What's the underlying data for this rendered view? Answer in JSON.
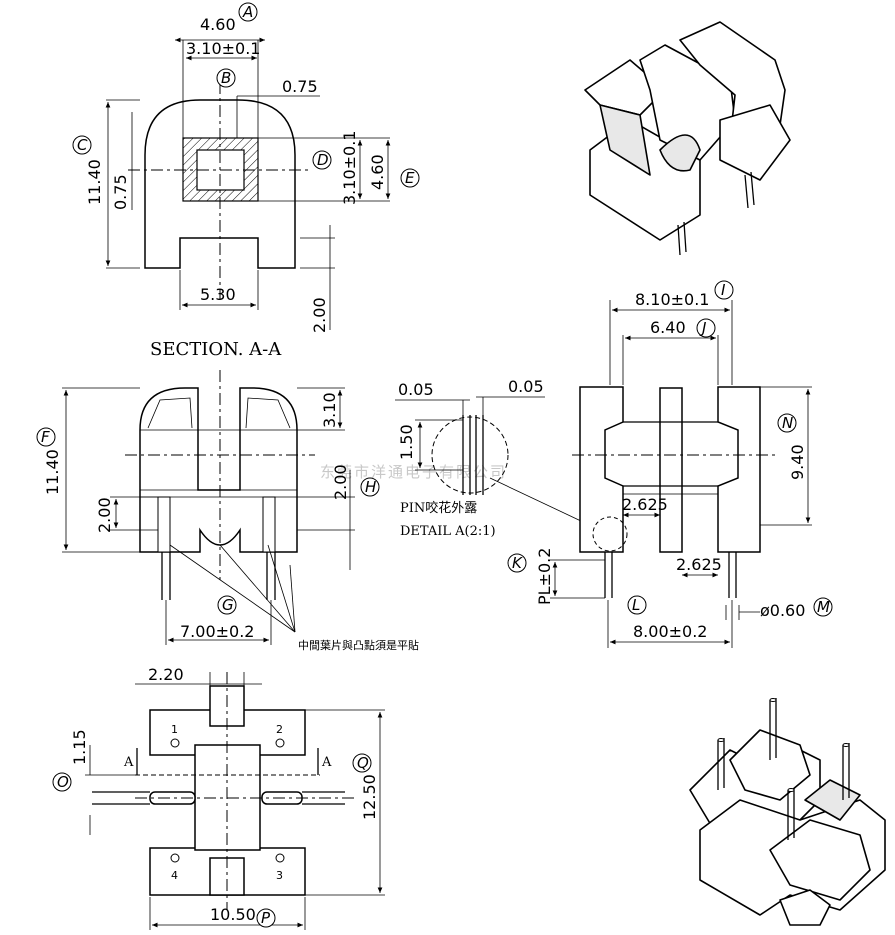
{
  "section_title": "SECTION. A-A",
  "detail_note": "PIN咬花外露",
  "detail_ref": "DETAIL A(2:1)",
  "center_note": "中間葉片與凸點須是平貼",
  "watermark": "东莞市洋通电子有限公司",
  "section_marker": "A",
  "dimensions": {
    "d_460_top": "4.60",
    "d_310_top": "3.10±0.1",
    "d_075_h": "0.75",
    "d_1140_left": "11.40",
    "d_075_v": "0.75",
    "d_310_right": "3.10±0.1",
    "d_460_right": "4.60",
    "d_530": "5.30",
    "d_200_sec": "2.00",
    "d_1140_front": "11.40",
    "d_310_front": "3.10",
    "d_200_front_l": "2.00",
    "d_200_front_r": "2.00",
    "d_700": "7.00±0.2",
    "d_005_l": "0.05",
    "d_005_r": "0.05",
    "d_150": "1.50",
    "d_810": "8.10±0.1",
    "d_640": "6.40",
    "d_940": "9.40",
    "d_2625_a": "2.625",
    "d_2625_b": "2.625",
    "d_pl": "PL±0.2",
    "d_phi060": "ø0.60",
    "d_800": "8.00±0.2",
    "d_220": "2.20",
    "d_115": "1.15",
    "d_1250": "12.50",
    "d_1050": "10.50"
  },
  "balloons": {
    "A": "A",
    "B": "B",
    "C": "C",
    "D": "D",
    "E": "E",
    "F": "F",
    "G": "G",
    "H": "H",
    "I": "I",
    "J": "J",
    "K": "K",
    "L": "L",
    "M": "M",
    "N": "N",
    "O": "O",
    "P": "P",
    "Q": "Q"
  },
  "pin_numbers": [
    "1",
    "2",
    "4",
    "3"
  ]
}
